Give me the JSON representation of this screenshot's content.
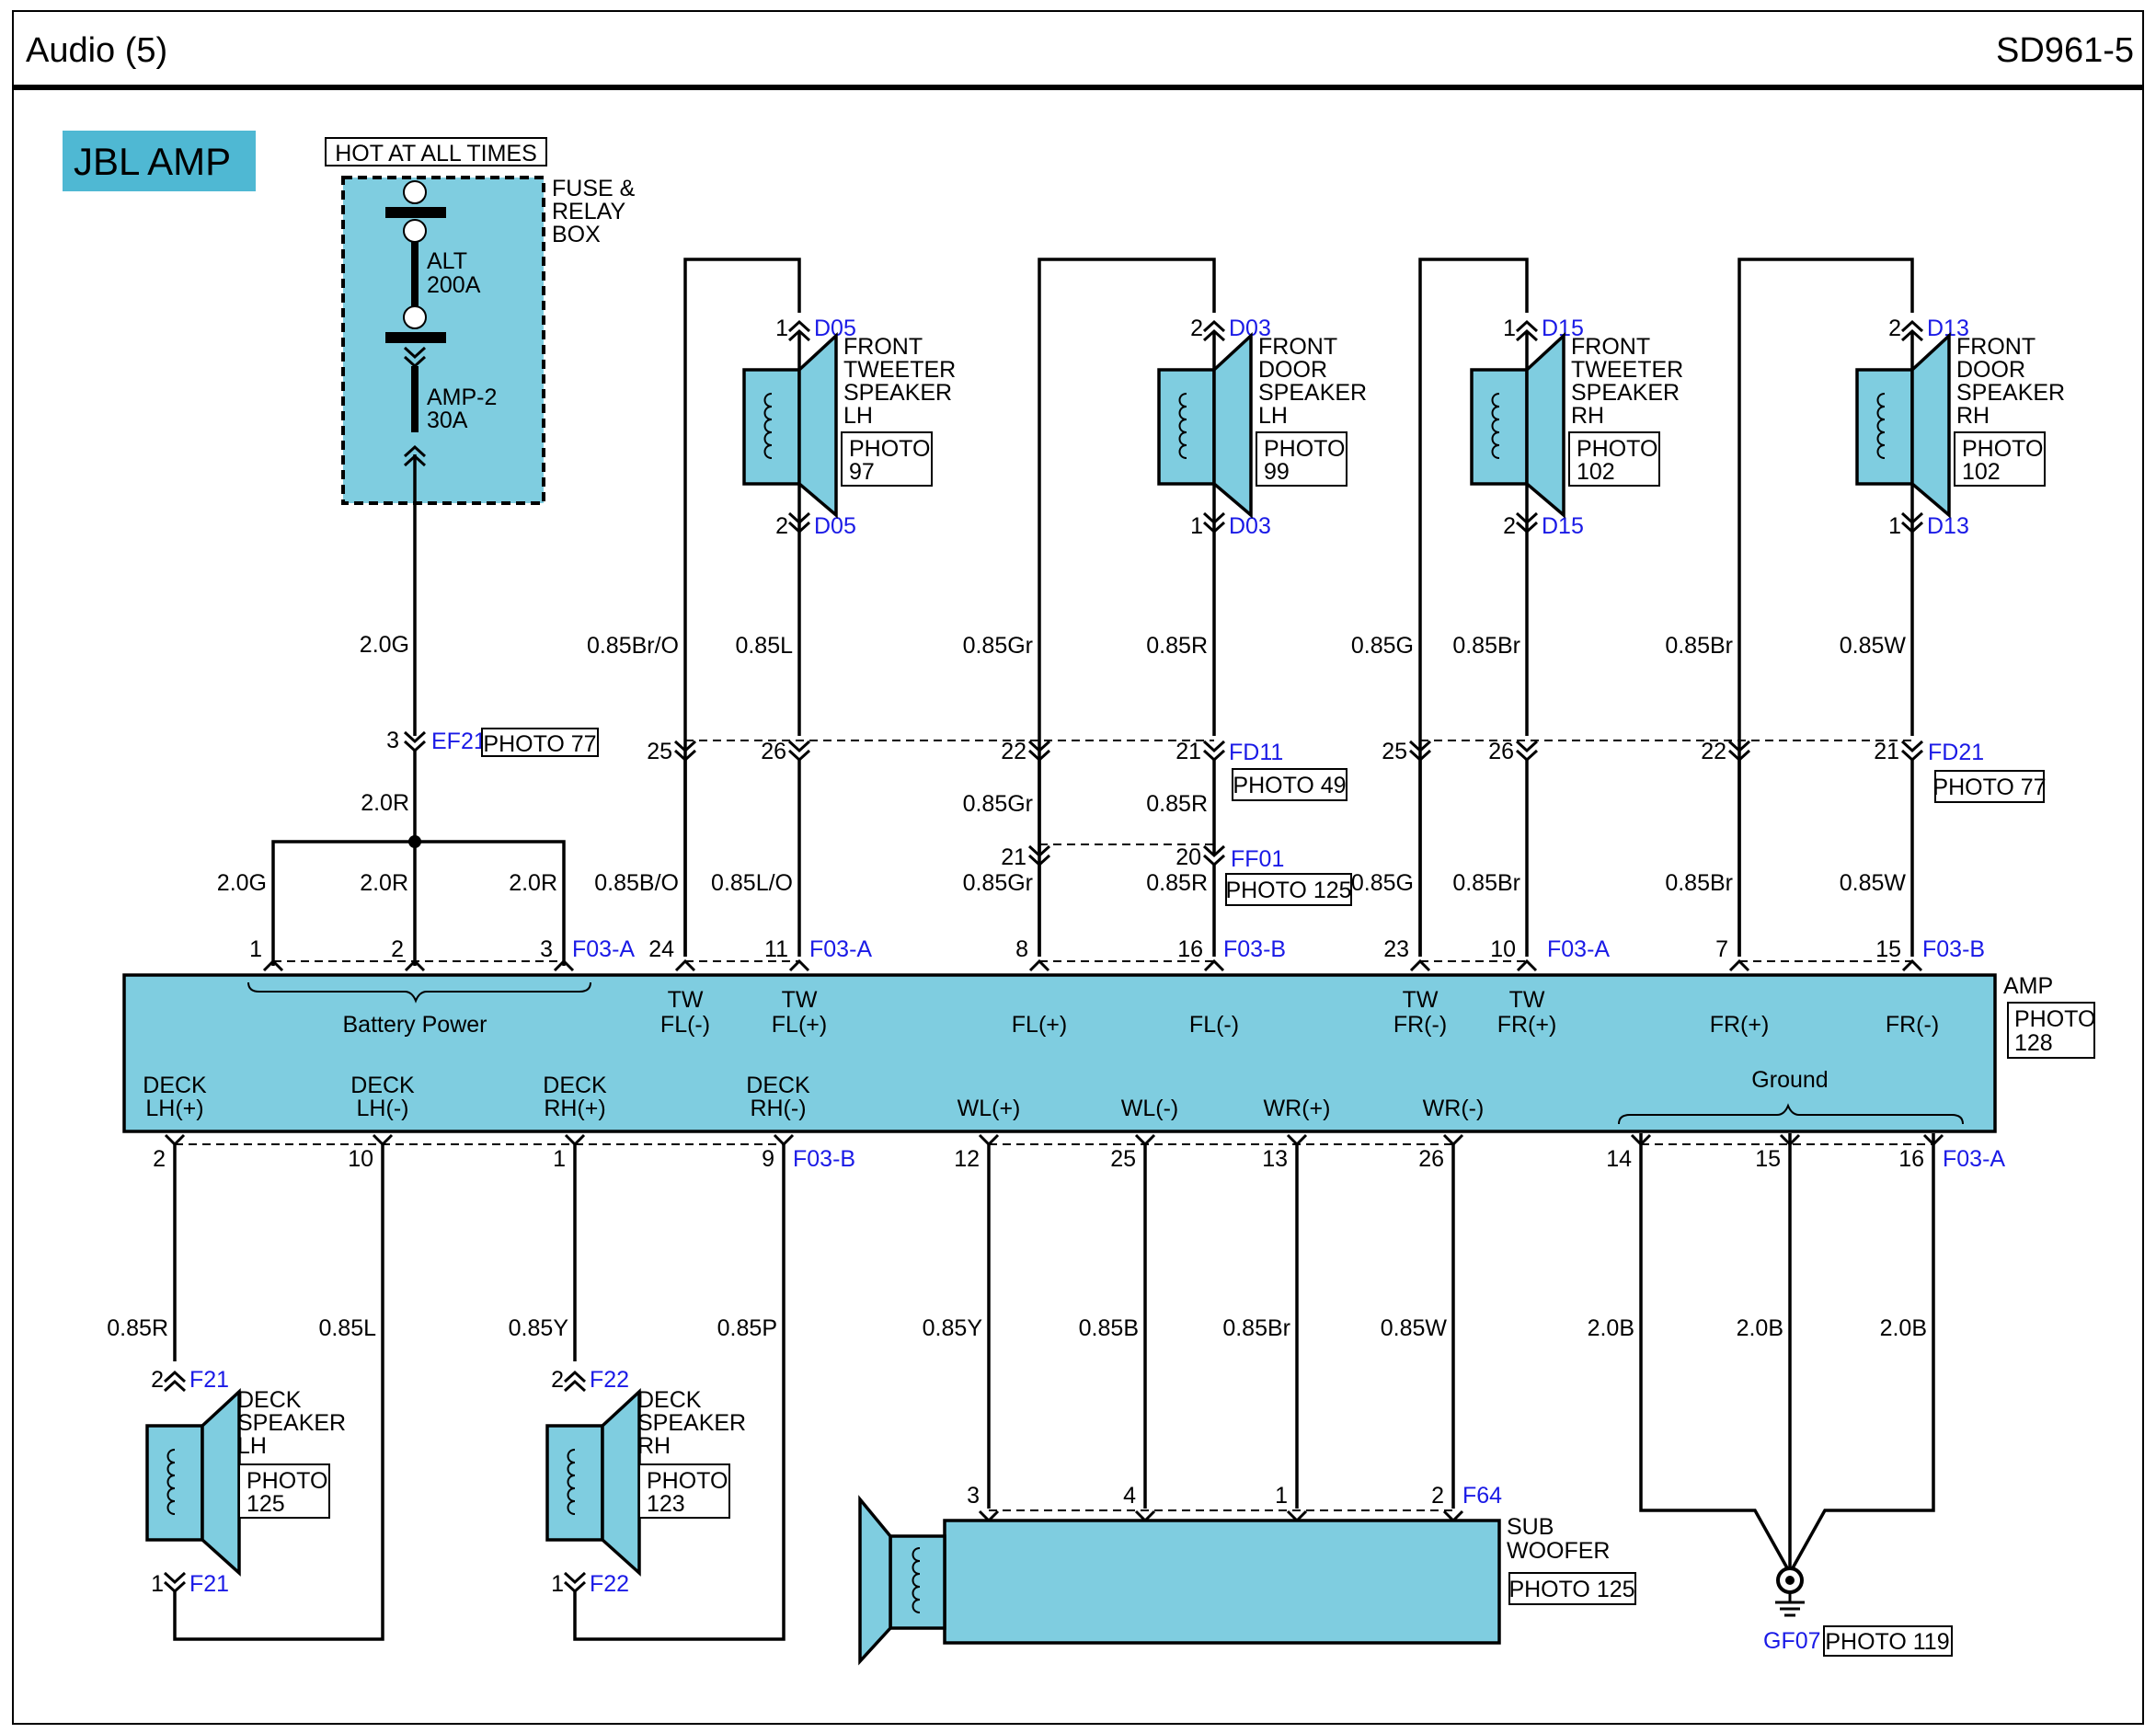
{
  "header": {
    "title": "Audio (5)",
    "code": "SD961-5"
  },
  "section_tag": "JBL AMP",
  "fuse": {
    "hot_label": "HOT AT ALL TIMES",
    "box_label": [
      "FUSE &",
      "RELAY",
      "BOX"
    ],
    "alt": [
      "ALT",
      "200A"
    ],
    "amp2": [
      "AMP-2",
      "30A"
    ]
  },
  "amp": {
    "name": "AMP",
    "photo": [
      "PHOTO",
      "128"
    ],
    "battery_power": "Battery Power",
    "ground": "Ground",
    "top_terms": [
      [
        "TW",
        "FL(-)"
      ],
      [
        "TW",
        "FL(+)"
      ],
      [
        "",
        "FL(+)"
      ],
      [
        "",
        "FL(-)"
      ],
      [
        "TW",
        "FR(-)"
      ],
      [
        "TW",
        "FR(+)"
      ],
      [
        "",
        "FR(+)"
      ],
      [
        "",
        "FR(-)"
      ]
    ],
    "bottom_terms": [
      [
        "DECK",
        "LH(+)"
      ],
      [
        "DECK",
        "LH(-)"
      ],
      [
        "DECK",
        "RH(+)"
      ],
      [
        "DECK",
        "RH(-)"
      ],
      [
        "",
        "WL(+)"
      ],
      [
        "",
        "WL(-)"
      ],
      [
        "",
        "WR(+)"
      ],
      [
        "",
        "WR(-)"
      ]
    ]
  },
  "speakers_top": [
    {
      "name": [
        "FRONT",
        "TWEETER",
        "SPEAKER",
        "LH"
      ],
      "photo": [
        "PHOTO",
        "97"
      ],
      "conn": "D05",
      "pin_top": "1",
      "pin_bot": "2"
    },
    {
      "name": [
        "FRONT",
        "DOOR",
        "SPEAKER",
        "LH"
      ],
      "photo": [
        "PHOTO",
        "99"
      ],
      "conn": "D03",
      "pin_top": "2",
      "pin_bot": "1"
    },
    {
      "name": [
        "FRONT",
        "TWEETER",
        "SPEAKER",
        "RH"
      ],
      "photo": [
        "PHOTO",
        "102"
      ],
      "conn": "D15",
      "pin_top": "1",
      "pin_bot": "2"
    },
    {
      "name": [
        "FRONT",
        "DOOR",
        "SPEAKER",
        "RH"
      ],
      "photo": [
        "PHOTO",
        "102"
      ],
      "conn": "D13",
      "pin_top": "2",
      "pin_bot": "1"
    }
  ],
  "speakers_bottom": [
    {
      "name": [
        "DECK",
        "SPEAKER",
        "LH"
      ],
      "photo": [
        "PHOTO",
        "125"
      ],
      "conn": "F21",
      "pin_top": "2",
      "pin_bot": "1"
    },
    {
      "name": [
        "DECK",
        "SPEAKER",
        "RH"
      ],
      "photo": [
        "PHOTO",
        "123"
      ],
      "conn": "F22",
      "pin_top": "2",
      "pin_bot": "1"
    }
  ],
  "subwoofer": {
    "name": [
      "SUB",
      "WOOFER"
    ],
    "photo": "PHOTO 125",
    "conn": "F64",
    "pins": [
      "3",
      "4",
      "1",
      "2"
    ],
    "polarity": [
      "+",
      "-",
      "+",
      "-"
    ]
  },
  "ground_point": {
    "conn": "GF07",
    "photo": "PHOTO 119"
  },
  "connectors": [
    {
      "id": "EF21",
      "pin": "3",
      "photo": "PHOTO 77"
    },
    {
      "id": "FD11",
      "photo": "PHOTO 49"
    },
    {
      "id": "FF01",
      "photo": "PHOTO 125"
    },
    {
      "id": "FD21",
      "photo": "PHOTO 77"
    },
    {
      "id": "F03-A"
    },
    {
      "id": "F03-B"
    }
  ],
  "pins": {
    "amp_top": [
      "1",
      "2",
      "3",
      "24",
      "11",
      "8",
      "16",
      "23",
      "10",
      "7",
      "15"
    ],
    "fd11": [
      "25",
      "26",
      "22",
      "21"
    ],
    "fd21": [
      "25",
      "26",
      "22",
      "21"
    ],
    "ff01": [
      "21",
      "20"
    ],
    "amp_bottom": [
      "2",
      "10",
      "1",
      "9",
      "12",
      "25",
      "13",
      "26",
      "14",
      "15",
      "16"
    ]
  },
  "wires": {
    "fuse_out": "2.0G",
    "fuse_after": "2.0R",
    "batt": [
      "2.0G",
      "2.0R",
      "2.0R"
    ],
    "upper_left": [
      "0.85Br/O",
      "0.85L",
      "0.85Gr",
      "0.85R"
    ],
    "upper_right": [
      "0.85G",
      "0.85Br",
      "0.85Br",
      "0.85W"
    ],
    "mid_left": [
      "0.85B/O",
      "0.85L/O",
      "0.85Gr",
      "0.85R"
    ],
    "mid_door": [
      "0.85Gr",
      "0.85R"
    ],
    "mid_right": [
      "0.85G",
      "0.85Br",
      "0.85Br",
      "0.85W"
    ],
    "lower": [
      "0.85R",
      "0.85L",
      "0.85Y",
      "0.85P",
      "0.85Y",
      "0.85B",
      "0.85Br",
      "0.85W",
      "2.0B",
      "2.0B",
      "2.0B"
    ]
  }
}
